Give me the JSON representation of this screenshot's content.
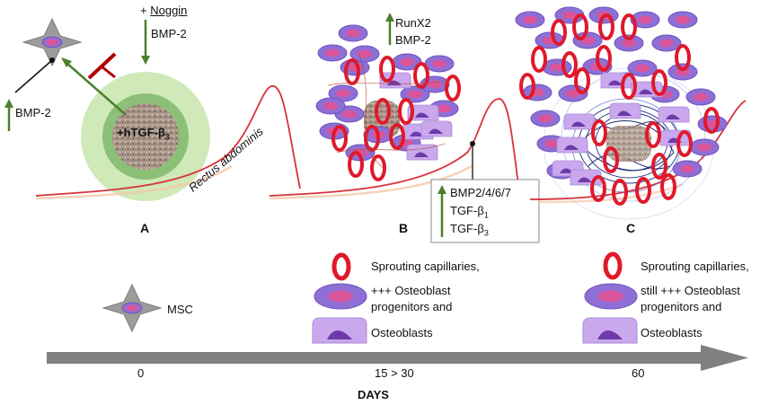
{
  "colors": {
    "capillary": "#e0192b",
    "progenitor_outer": "#8e6fd6",
    "progenitor_inner": "#d9559a",
    "osteoblast_body": "#c9a8ee",
    "osteoblast_nucleus": "#6e3aa8",
    "fibrous_halo": "#cfe9b9",
    "fibrous_ring": "#8cbf77",
    "arrow_green": "#4d7f2e",
    "inhibit_red": "#b00000",
    "fibers_blue": "#2a3c8c",
    "timeline_gray": "#808080",
    "muscle_red": "#d8323c"
  },
  "panel_a": {
    "letter": "A",
    "noggin_prefix": "+ ",
    "noggin": "Noggin",
    "bmp2_in": "BMP-2",
    "bmp2_up": "BMP-2",
    "implant": "+hTGF-β",
    "implant_sub": "3",
    "muscle": "Rectus abdominis"
  },
  "panel_b": {
    "letter": "B",
    "up_top": [
      "RunX2",
      "BMP-2"
    ],
    "box": [
      "BMP2/4/6/7",
      "TGF-β",
      "TGF-β"
    ],
    "box_subs": [
      "",
      "1",
      "3"
    ]
  },
  "panel_c": {
    "letter": "C"
  },
  "legend": {
    "msc": "MSC",
    "group_b": [
      "Sprouting capillaries,",
      "+++ Osteoblast",
      "progenitors and",
      "Osteoblasts"
    ],
    "group_c": [
      "Sprouting capillaries,",
      "still +++ Osteoblast",
      "progenitors and",
      "Osteoblasts"
    ]
  },
  "timeline": {
    "ticks": [
      "0",
      "15 > 30",
      "60"
    ],
    "axis_label": "DAYS"
  }
}
